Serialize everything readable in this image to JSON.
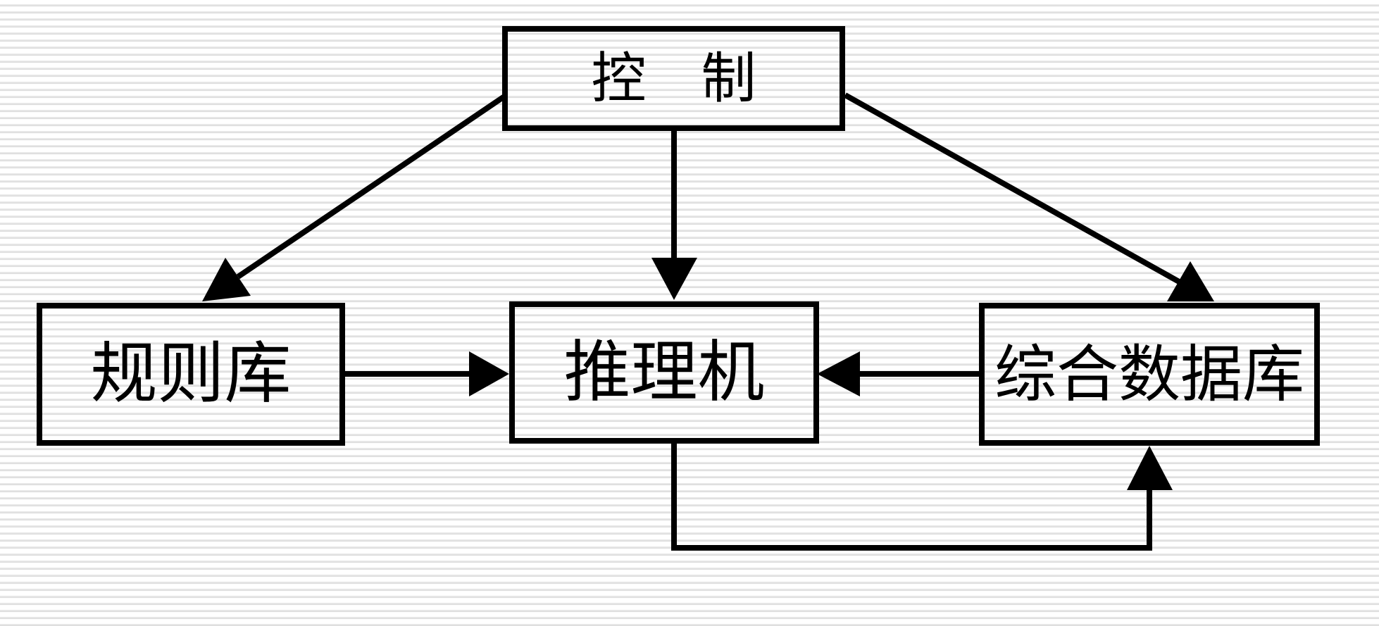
{
  "diagram": {
    "nodes": {
      "control": {
        "label": "控　制"
      },
      "rule_base": {
        "label": "规则库"
      },
      "inference_engine": {
        "label": "推理机"
      },
      "database": {
        "label": "综合数据库"
      }
    },
    "edges": [
      {
        "from": "control",
        "to": "rule_base",
        "type": "straight-arrow"
      },
      {
        "from": "control",
        "to": "inference_engine",
        "type": "straight-arrow"
      },
      {
        "from": "control",
        "to": "database",
        "type": "straight-arrow"
      },
      {
        "from": "rule_base",
        "to": "inference_engine",
        "type": "straight-arrow"
      },
      {
        "from": "database",
        "to": "inference_engine",
        "type": "straight-arrow"
      },
      {
        "from": "inference_engine",
        "to": "database",
        "type": "elbow-arrow-bottom"
      }
    ],
    "colors": {
      "line": "#000000",
      "text": "#000000",
      "background": "#ffffff",
      "stripe": "#dcdcdc"
    }
  }
}
